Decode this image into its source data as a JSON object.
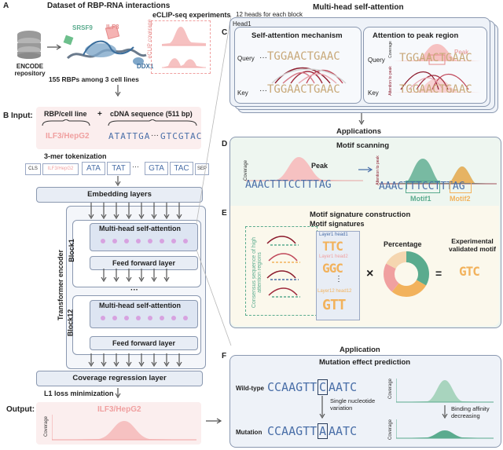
{
  "panel_a": {
    "letter": "A",
    "title": "Dataset of RBP-RNA interactions",
    "eclip_title": "eCLIP-seq experiments",
    "encode_label": "ENCODE\nrepository",
    "srsf9": "SRSF9",
    "ilf3": "ILF3",
    "ddx1": "DDX1",
    "rbp_count": "155 RBPs among 3 cell lines",
    "coverage_axis": "eCLIP coverage"
  },
  "panel_b": {
    "letter": "B",
    "input_label": "Input:",
    "rbp_cell_title": "RBP/cell line",
    "plus": "+",
    "cdna_title": "cDNA sequence (511 bp)",
    "rbp_value": "ILF3/HepG2",
    "seq_left": "ATATTGA",
    "seq_dots": "···",
    "seq_right": "GTCGTAC",
    "tokenization": "3-mer tokenization",
    "tokens": [
      "CLS",
      "ILF3/HepG2",
      "ATA",
      "TAT",
      "···",
      "GTA",
      "TAC",
      "SEP"
    ],
    "embedding": "Embedding layers",
    "encoder_label": "Transformer encoder",
    "block1": "Block1",
    "block12": "Block12",
    "mhsa": "Multi-head self-attention",
    "ffl": "Feed forward layer",
    "dots": "···",
    "coverage_regression": "Coverage regression layer",
    "l1": "L1 loss minimization",
    "output_label": "Output:",
    "output_value": "ILF3/HepG2",
    "coverage_axis": "Coverage"
  },
  "panel_c": {
    "letter": "C",
    "title": "Multi-head self-attention",
    "heads_note": "12 heads for each block",
    "head1": "Head1",
    "sa_title": "Self-attention mechanism",
    "peak_title": "Attention to peak region",
    "query": "Query",
    "key": "Key",
    "seq": "TGGAACTGAAC",
    "dots": "···",
    "coverage_axis": "Coverage",
    "attention_axis": "Attention to peak",
    "peak": "Peak"
  },
  "applications": "Applications",
  "panel_d": {
    "letter": "D",
    "title": "Motif scanning",
    "peak": "Peak",
    "coverage_axis": "Coverage",
    "attention_axis": "Attention to peak",
    "seq": "AAACTTTCCTTTAG",
    "seq2": "AAACTTTCCTTTAG",
    "motif1": "Motif1",
    "motif2": "Motif2"
  },
  "panel_e": {
    "letter": "E",
    "title": "Motif signature construction",
    "consensus": "Consensus sequence of high attention regions",
    "signatures": "Motif signatures",
    "l1h1": "Layer1 head1",
    "l1h2": "Layer1 head2",
    "l12h12": "Layer12 head12",
    "logo1": "TTC",
    "logo2": "GGC",
    "logo3": "GTT",
    "vdots": "⋮",
    "times": "×",
    "percentage": "Percentage",
    "equals": "=",
    "validated": "Experimental validated motif",
    "validated_logo": "GTC"
  },
  "application": "Application",
  "panel_f": {
    "letter": "F",
    "title": "Mutation effect prediction",
    "wildtype": "Wild-type",
    "wt_left": "CCAAGTT",
    "wt_box": "C",
    "wt_right": "AATC",
    "snv": "Single nucleotide variation",
    "mutation": "Mutation",
    "mut_left": "CCAAGTT",
    "mut_box": "A",
    "mut_right": "AATC",
    "coverage_axis": "Coverage",
    "binding": "Binding affinity decreasing"
  },
  "colors": {
    "pink": "#f2a0a0",
    "green": "#5aab8e",
    "orange": "#f2b25c",
    "blue_panel": "#eaf0f8",
    "green_panel": "#eef6f0",
    "beige_panel": "#fbf8ec",
    "token_blue": "#4a6fa8"
  }
}
